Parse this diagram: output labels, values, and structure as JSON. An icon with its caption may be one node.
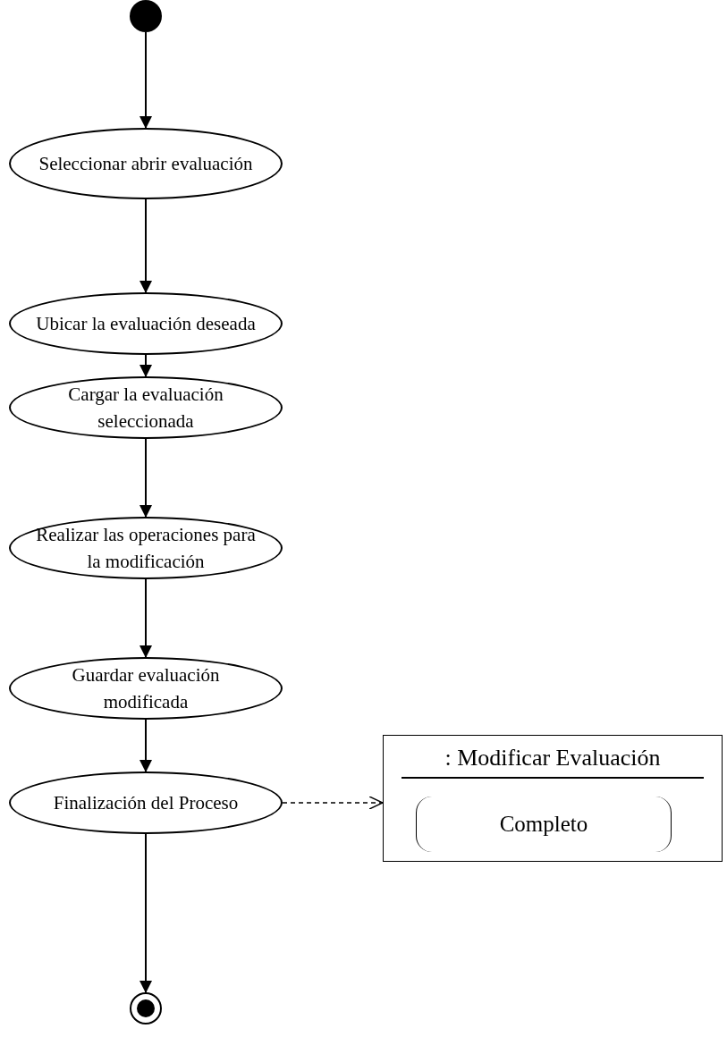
{
  "diagram": {
    "nodes": [
      {
        "text": [],
        "shape": "circle"
      },
      {
        "text": [
          "Seleccionar abrir evaluación"
        ]
      },
      {
        "text": [
          "Ubicar la evaluación deseada"
        ]
      },
      {
        "text": [
          "Cargar la evaluación seleccionada"
        ]
      },
      {
        "text": [
          "Realizar las operaciones para la modificación"
        ]
      },
      {
        "text": [
          "Guardar evaluación modificada"
        ]
      },
      {
        "text": [
          "Finalización del Proceso"
        ]
      },
      {
        "text": [],
        "shape": "circle"
      },
      {
        "text": [
          ": Modificar Evaluación",
          "Completo"
        ]
      }
    ],
    "edges": [
      {
        "from": 0,
        "to": 1,
        "arrow": "to"
      },
      {
        "from": 1,
        "to": 2,
        "arrow": "to"
      },
      {
        "from": 2,
        "to": 3,
        "arrow": "to"
      },
      {
        "from": 3,
        "to": 4,
        "arrow": "to"
      },
      {
        "from": 4,
        "to": 5,
        "arrow": "to"
      },
      {
        "from": 5,
        "to": 6,
        "arrow": "to"
      },
      {
        "from": 6,
        "to": 7,
        "arrow": "to"
      },
      {
        "from": 6,
        "to": 8,
        "arrow": "to",
        "style": "dashed"
      }
    ]
  }
}
